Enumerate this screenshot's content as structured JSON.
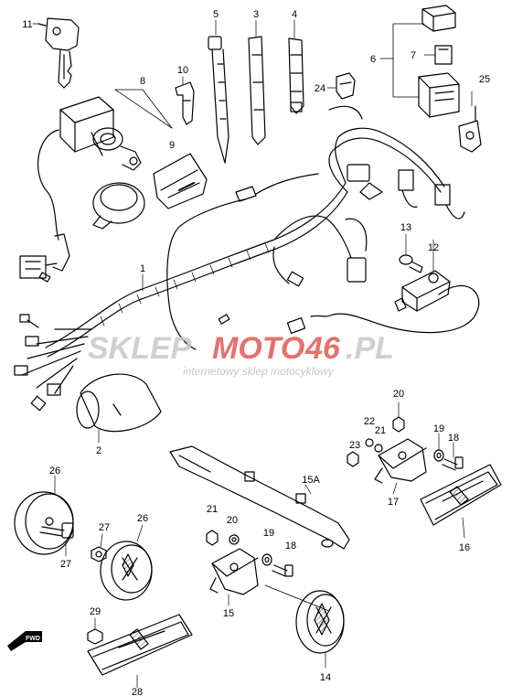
{
  "callouts": {
    "c1": "1",
    "c2": "2",
    "c3": "3",
    "c4": "4",
    "c5": "5",
    "c6": "6",
    "c7": "7",
    "c8": "8",
    "c9": "9",
    "c10": "10",
    "c11": "11",
    "c12": "12",
    "c13": "13",
    "c14": "14",
    "c15": "15",
    "c15a": "15A",
    "c16": "16",
    "c17": "17",
    "c18a": "18",
    "c18b": "18",
    "c19a": "19",
    "c19b": "19",
    "c20a": "20",
    "c20b": "20",
    "c21a": "21",
    "c21b": "21",
    "c22": "22",
    "c23": "23",
    "c24": "24",
    "c25": "25",
    "c26a": "26",
    "c26b": "26",
    "c27a": "27",
    "c27b": "27",
    "c28": "28",
    "c29": "29"
  },
  "watermark": {
    "part1": "SKLEP",
    "part2": "MOTO",
    "part3": "46",
    "part4": ".PL",
    "subtitle": "internetowy sklep motocyklowy",
    "colors": {
      "grey": "#c8c8c8",
      "red": "#e05a55"
    }
  },
  "direction_badge": {
    "label": "FWD"
  }
}
